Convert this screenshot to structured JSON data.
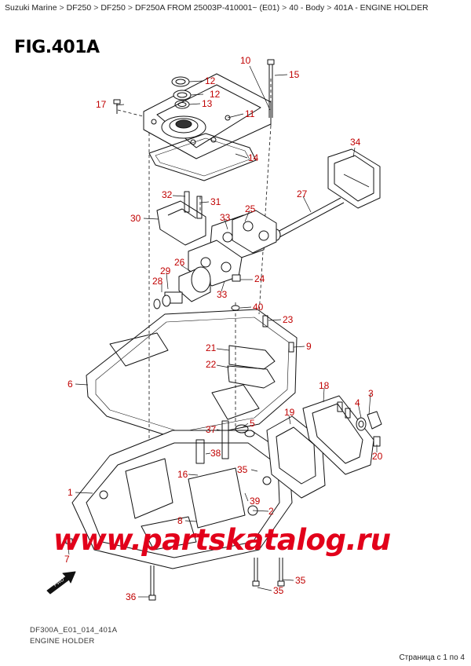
{
  "breadcrumb": [
    "Suzuki Marine",
    "DF250",
    "DF250",
    "DF250A FROM 25003P-410001~ (E01)",
    "40 - Body",
    "401A - ENGINE HOLDER"
  ],
  "figure_title": "FIG.401A",
  "fwd_label": "FWD",
  "callouts": [
    "1",
    "2",
    "3",
    "4",
    "5",
    "6",
    "7",
    "8",
    "9",
    "10",
    "11",
    "12",
    "12",
    "13",
    "14",
    "15",
    "16",
    "17",
    "18",
    "19",
    "20",
    "21",
    "22",
    "23",
    "24",
    "25",
    "26",
    "27",
    "28",
    "29",
    "30",
    "31",
    "32",
    "33",
    "33",
    "34",
    "35",
    "35",
    "35",
    "36",
    "37",
    "38",
    "39",
    "40"
  ],
  "watermark": "www.partskatalog.ru",
  "footer": {
    "code": "DF300A_E01_014_401A",
    "name": "ENGINE HOLDER"
  },
  "pager": "Страница с 1 по 4"
}
